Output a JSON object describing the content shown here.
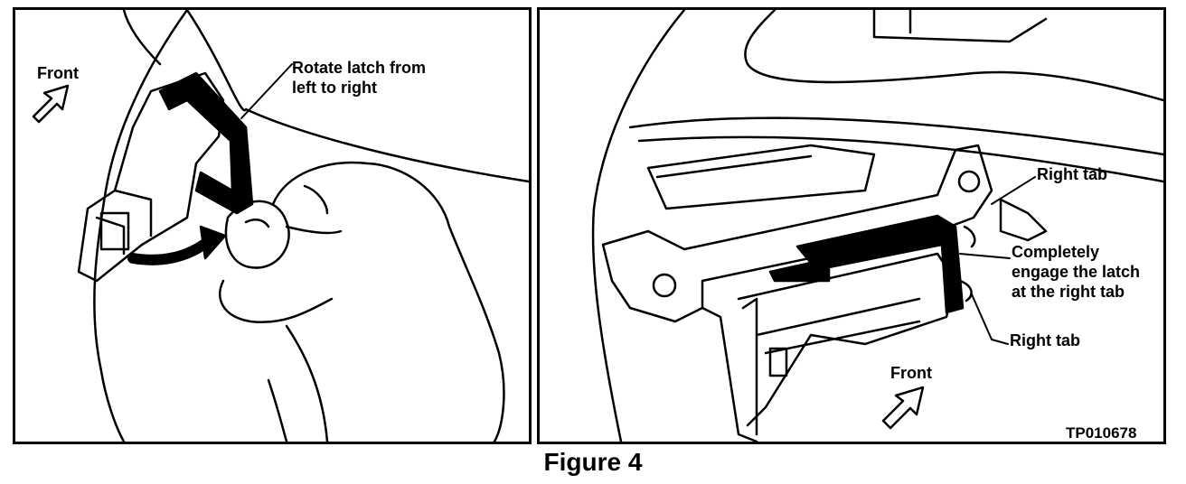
{
  "left_panel": {
    "front_label": "Front",
    "callout_line1": "Rotate latch from",
    "callout_line2": "left to right"
  },
  "right_panel": {
    "right_tab_top": "Right tab",
    "engage_line1": "Completely",
    "engage_line2": "engage the latch",
    "engage_line3": "at the right tab",
    "right_tab_bottom": "Right tab",
    "front_label": "Front",
    "figure_code": "TP010678"
  },
  "caption": "Figure 4",
  "colors": {
    "ink": "#000000",
    "paper": "#ffffff"
  }
}
